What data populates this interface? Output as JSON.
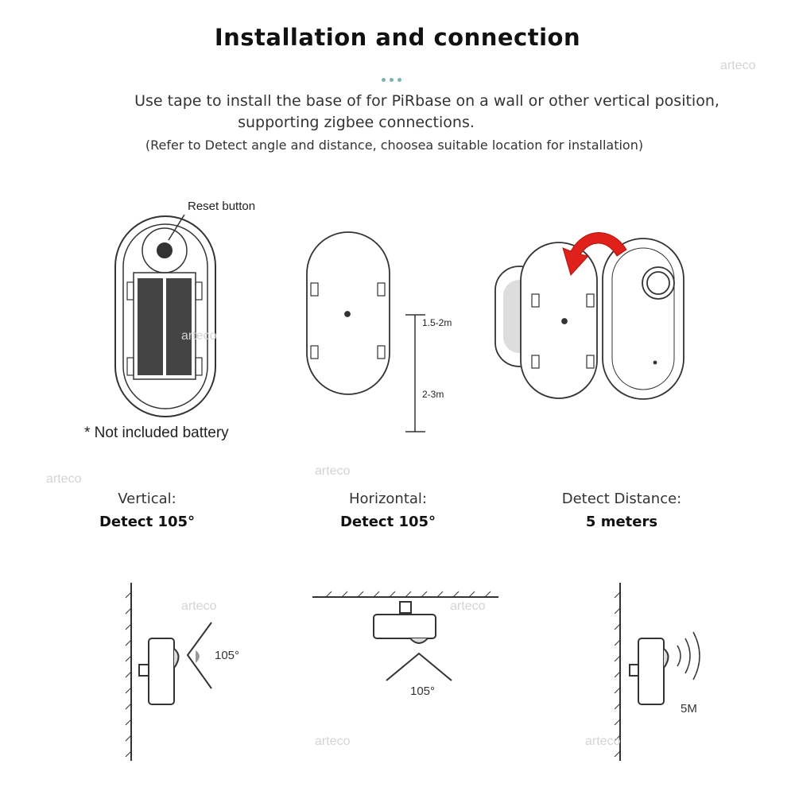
{
  "title": "Installation and connection",
  "intro": {
    "line1": "Use tape to install the base of  for PiRbase on a wall or other vertical position,",
    "line2": "supporting zigbee connections.",
    "line3": "(Refer to Detect angle and distance, choosea suitable location for installation)"
  },
  "diagram": {
    "reset_label": "Reset button",
    "battery_note": "* Not included battery",
    "height_upper": "1.5-2m",
    "height_lower": "2-3m"
  },
  "specs": [
    {
      "key": "Vertical:",
      "value": "Detect 105°"
    },
    {
      "key": "Horizontal:",
      "value": "Detect 105°"
    },
    {
      "key": "Detect Distance:",
      "value": "5 meters"
    }
  ],
  "angles": {
    "vertical": "105°",
    "horizontal": "105°",
    "distance": "5M"
  },
  "watermark": "arteco",
  "colors": {
    "accent_dots": "#7fb3b0",
    "arrow": "#e0201a",
    "line": "#333333"
  }
}
